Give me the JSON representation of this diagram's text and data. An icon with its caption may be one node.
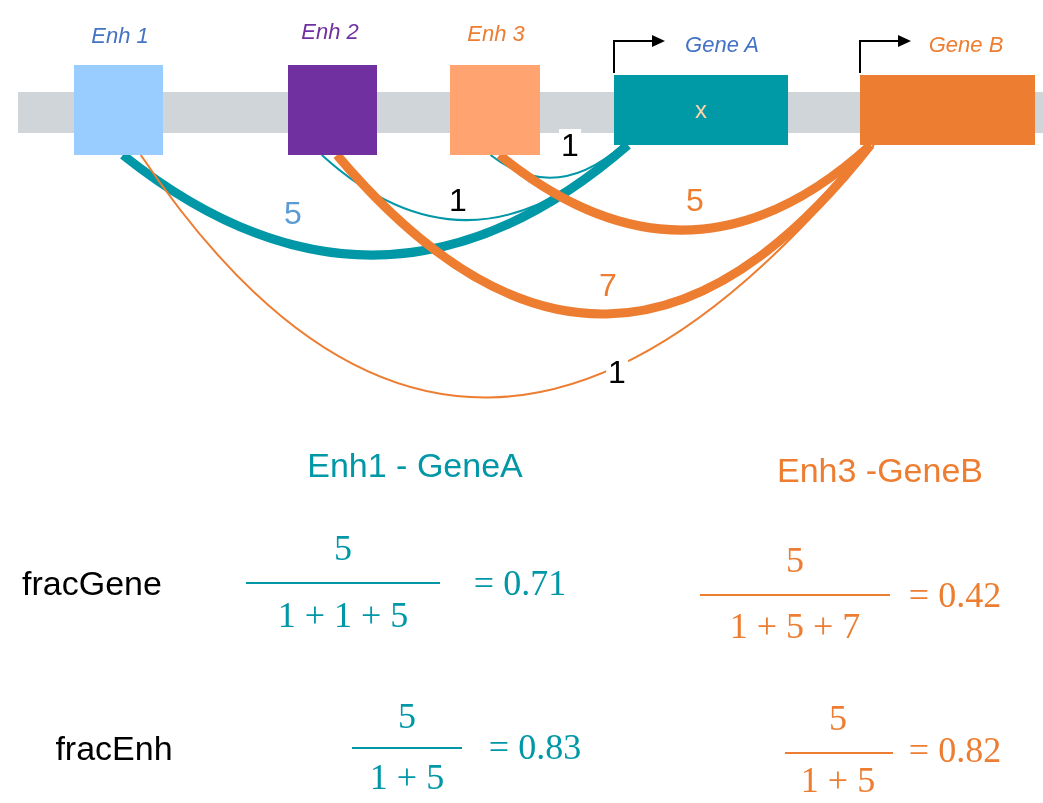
{
  "diagram": {
    "nodes": [
      {
        "text": [
          "Enh 1"
        ]
      },
      {
        "text": [
          "Enh 2"
        ]
      },
      {
        "text": [
          "Enh 3"
        ]
      },
      {
        "text": [
          "Gene A",
          "x"
        ]
      },
      {
        "text": [
          "Gene B"
        ]
      }
    ],
    "edges": [
      {
        "from": 0,
        "to": 3,
        "arrow": "none",
        "label": "5",
        "color": "#0097a7",
        "style": "thick"
      },
      {
        "from": 1,
        "to": 3,
        "arrow": "none",
        "label": "1",
        "color": "#0097a7"
      },
      {
        "from": 2,
        "to": 3,
        "arrow": "none",
        "label": "1",
        "color": "#0097a7"
      },
      {
        "from": 0,
        "to": 4,
        "arrow": "none",
        "label": "1",
        "color": "#ed7d31"
      },
      {
        "from": 1,
        "to": 4,
        "arrow": "none",
        "label": "7",
        "color": "#ed7d31",
        "style": "thick"
      },
      {
        "from": 2,
        "to": 4,
        "arrow": "none",
        "label": "5",
        "color": "#ed7d31",
        "style": "thick"
      }
    ],
    "labels": [
      "Enh1 - GeneA",
      "Enh3 -GeneB",
      "fracGene",
      "5",
      "1 + 1 + 5",
      "= 0.71",
      "5",
      "1 + 5 + 7",
      "= 0.42",
      "fracEnh",
      "5",
      "1 + 5",
      "= 0.83",
      "5",
      "1 + 5",
      "= 0.82"
    ]
  }
}
